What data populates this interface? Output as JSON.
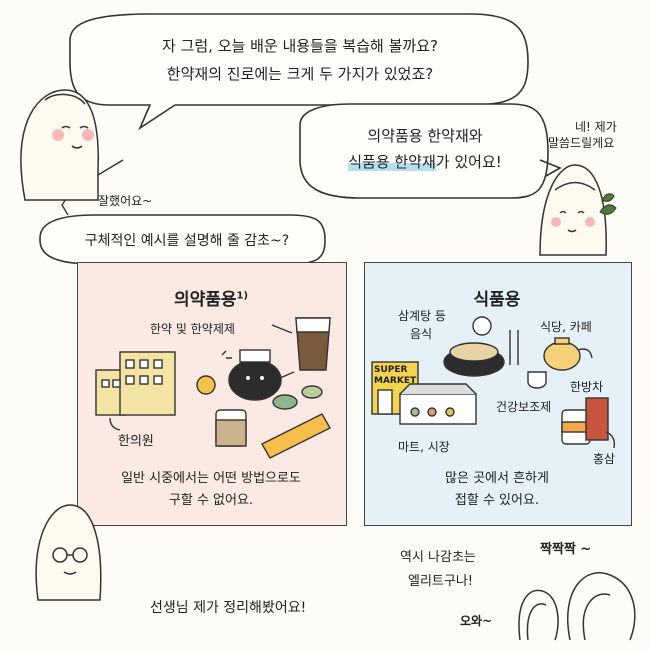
{
  "bubbles": {
    "teacher_line1": "자 그럼, 오늘 배운 내용들을 복습해 볼까요?",
    "teacher_line2": "한약재의 진로에는 크게 두 가지가 있었죠?",
    "student_line1": "의약품용 한약재와",
    "student_line2_a": "식품용 한약재",
    "student_line2_b": "가 있어요!",
    "question": "구체적인 예시를 설명해 줄 감초~?"
  },
  "side_notes": {
    "student_aside_1": "네! 제가",
    "student_aside_2": "말씀드릴게요",
    "praise": "잘했어요~",
    "report": "선생님 제가 정리해봤어요!",
    "elite_1": "역시 나감초는",
    "elite_2": "엘리트구나!",
    "clap": "짝짝짝 ~",
    "wow": "오와~"
  },
  "panel_left": {
    "title": "의약품용",
    "footnote": "1)",
    "label_medicine": "한약 및 한약제제",
    "label_clinic": "한의원",
    "desc_1": "일반 시중에서는 어떤 방법으로도",
    "desc_2": "구할 수 없어요."
  },
  "panel_right": {
    "title": "식품용",
    "label_food_1": "삼계탕 등",
    "label_food_2": "음식",
    "label_cafe": "식당, 카페",
    "label_tea": "한방차",
    "label_supplement": "건강보조제",
    "label_redginseng": "홍삼",
    "label_market": "마트, 시장",
    "supermarket_sign_1": "SUPER",
    "supermarket_sign_2": "MARKET",
    "desc_1": "많은 곳에서 흔하게",
    "desc_2": "접할 수 있어요."
  },
  "colors": {
    "left_panel_bg": "#fbe9e4",
    "right_panel_bg": "#e6f1f7",
    "highlight": "#a6d8ec",
    "outline": "#333333"
  },
  "icons": [
    "teacher-character",
    "student-character",
    "building-icon",
    "medicine-pot-icon",
    "herbal-jar-icon",
    "medicine-cup-icon",
    "stick-pouch-icon",
    "samgyetang-icon",
    "cutlery-icon",
    "teapot-icon",
    "supermarket-icon",
    "market-stall-icon",
    "supplement-jar-icon",
    "redginseng-box-icon",
    "leaf-icon",
    "audience-character"
  ]
}
